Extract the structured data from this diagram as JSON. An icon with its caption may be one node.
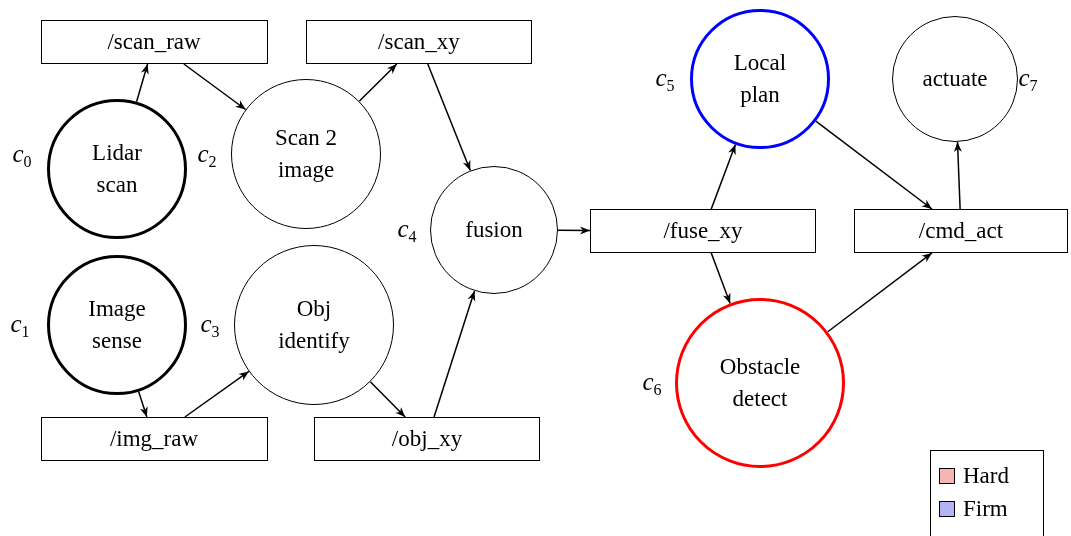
{
  "diagram": {
    "nodes": [
      {
        "text": [
          "/scan_raw"
        ]
      },
      {
        "text": [
          "/scan_xy"
        ]
      },
      {
        "text": [
          "Lidar scan"
        ],
        "beside": [
          "*c*$_{0}$"
        ]
      },
      {
        "text": [
          "Scan 2 image"
        ],
        "beside": [
          "*c*$_{2}$"
        ]
      },
      {
        "text": [
          "fusion"
        ],
        "beside": [
          "*c*$_{4}$"
        ]
      },
      {
        "text": [
          "Image sense"
        ],
        "beside": [
          "*c*$_{1}$"
        ]
      },
      {
        "text": [
          "Obj identify"
        ],
        "beside": [
          "*c*$_{3}$"
        ]
      },
      {
        "text": [
          "/img_raw"
        ]
      },
      {
        "text": [
          "/obj_xy"
        ]
      },
      {
        "text": [
          "/fuse_xy"
        ]
      },
      {
        "text": [
          "Local plan"
        ],
        "beside": [
          "*c*$_{5}$"
        ]
      },
      {
        "text": [
          "actuate"
        ],
        "beside": [
          "*c*$_{7}$"
        ]
      },
      {
        "text": [
          "/cmd_act"
        ]
      },
      {
        "text": [
          "Obstacle detect"
        ],
        "beside": [
          "*c*$_{6}$"
        ]
      }
    ],
    "edges": [
      {
        "from": 2,
        "to": 0,
        "arrow": "to"
      },
      {
        "from": 0,
        "to": 3,
        "arrow": "to"
      },
      {
        "from": 3,
        "to": 1,
        "arrow": "to"
      },
      {
        "from": 1,
        "to": 4,
        "arrow": "to"
      },
      {
        "from": 5,
        "to": 7,
        "arrow": "to"
      },
      {
        "from": 7,
        "to": 6,
        "arrow": "to"
      },
      {
        "from": 6,
        "to": 8,
        "arrow": "to"
      },
      {
        "from": 8,
        "to": 4,
        "arrow": "to"
      },
      {
        "from": 4,
        "to": 9,
        "arrow": "to"
      },
      {
        "from": 9,
        "to": 10,
        "arrow": "to"
      },
      {
        "from": 9,
        "to": 13,
        "arrow": "to"
      },
      {
        "from": 10,
        "to": 12,
        "arrow": "to"
      },
      {
        "from": 13,
        "to": 12,
        "arrow": "to"
      },
      {
        "from": 12,
        "to": 11,
        "arrow": "to"
      }
    ],
    "legend": [
      {
        "text": "Hard",
        "color": "#f8b3b3"
      },
      {
        "text": "Firm",
        "color": "#b3b3f8"
      }
    ]
  }
}
